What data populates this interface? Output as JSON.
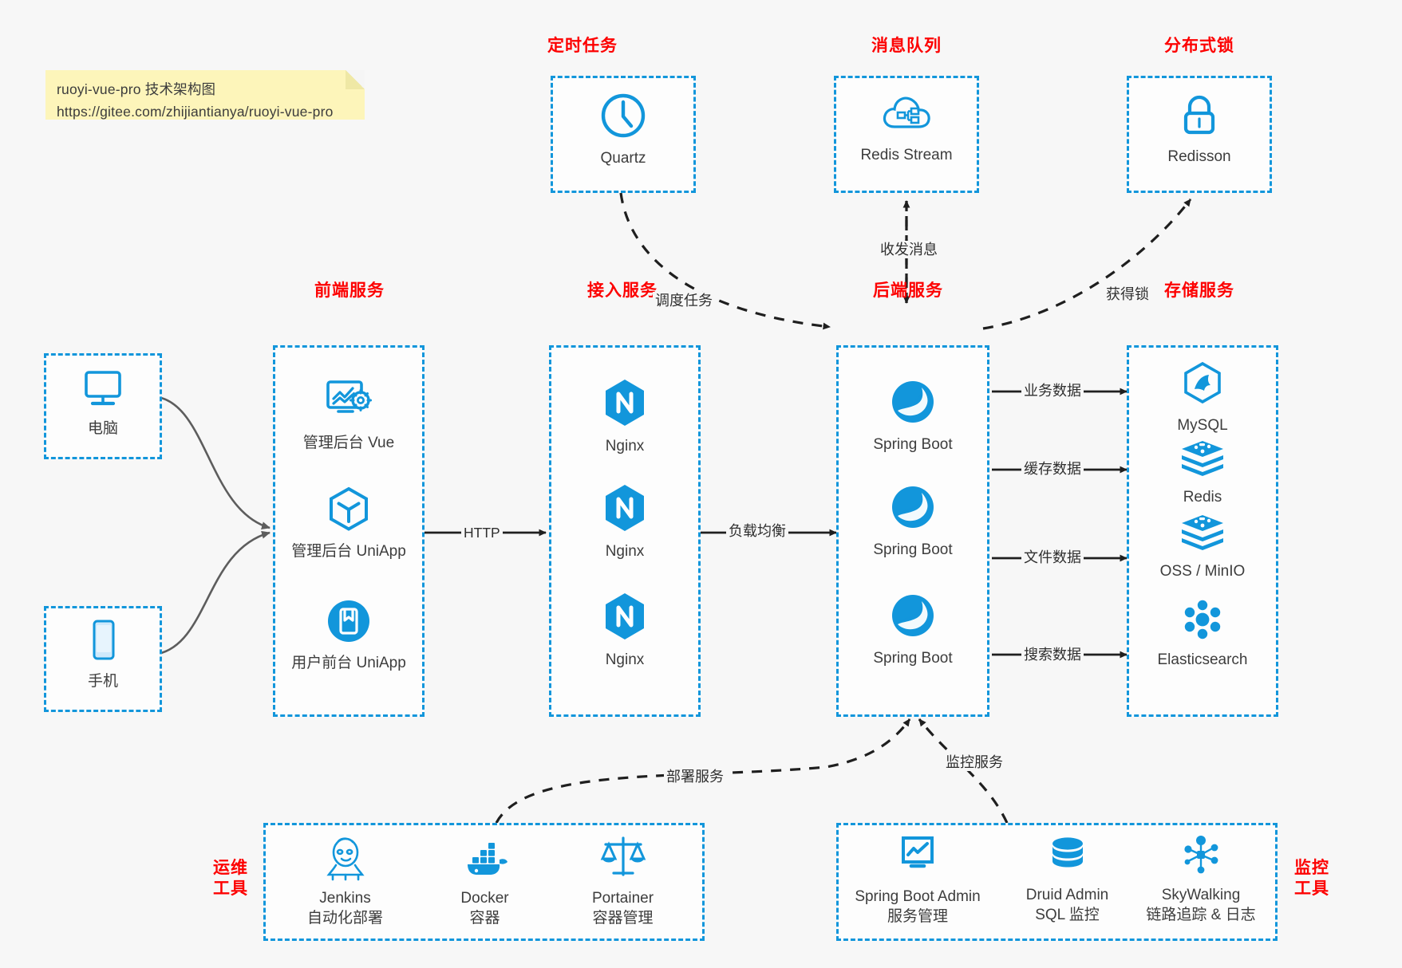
{
  "note": {
    "line1": "ruoyi-vue-pro 技术架构图",
    "line2": "https://gitee.com/zhijiantianya/ruoyi-vue-pro"
  },
  "colors": {
    "accent": "#1296db",
    "title": "#fd0000",
    "text": "#3d3d3d",
    "background": "#f7f7f7",
    "note_bg": "#fdf5ba",
    "arrow": "#1f1f1f",
    "client_arrow": "#595959"
  },
  "groups": {
    "scheduled_task": {
      "title": "定时任务",
      "nodes": [
        {
          "label": "Quartz",
          "icon": "clock-icon"
        }
      ]
    },
    "message_queue": {
      "title": "消息队列",
      "nodes": [
        {
          "label": "Redis Stream",
          "icon": "cloud-stream-icon"
        }
      ]
    },
    "distributed_lock": {
      "title": "分布式锁",
      "nodes": [
        {
          "label": "Redisson",
          "icon": "lock-icon"
        }
      ]
    },
    "clients": {
      "nodes": [
        {
          "label": "电脑",
          "icon": "desktop-icon"
        },
        {
          "label": "手机",
          "icon": "mobile-icon"
        }
      ]
    },
    "frontend": {
      "title": "前端服务",
      "nodes": [
        {
          "label": "管理后台 Vue",
          "icon": "dashboard-vue-icon"
        },
        {
          "label": "管理后台 UniApp",
          "icon": "uniapp-hex-icon"
        },
        {
          "label": "用户前台 UniApp",
          "icon": "uniapp-round-icon"
        }
      ]
    },
    "gateway": {
      "title": "接入服务",
      "nodes": [
        {
          "label": "Nginx",
          "icon": "nginx-icon"
        },
        {
          "label": "Nginx",
          "icon": "nginx-icon"
        },
        {
          "label": "Nginx",
          "icon": "nginx-icon"
        }
      ]
    },
    "backend": {
      "title": "后端服务",
      "nodes": [
        {
          "label": "Spring Boot",
          "icon": "spring-boot-icon"
        },
        {
          "label": "Spring Boot",
          "icon": "spring-boot-icon"
        },
        {
          "label": "Spring Boot",
          "icon": "spring-boot-icon"
        }
      ]
    },
    "storage": {
      "title": "存储服务",
      "nodes": [
        {
          "label": "MySQL",
          "icon": "mysql-icon"
        },
        {
          "label": "Redis",
          "icon": "redis-icon"
        },
        {
          "label": "OSS / MinIO",
          "icon": "oss-minio-icon"
        },
        {
          "label": "Elasticsearch",
          "icon": "elasticsearch-icon"
        }
      ]
    },
    "devops": {
      "title": "运维\n工具",
      "title_line1": "运维",
      "title_line2": "工具",
      "nodes": [
        {
          "label": "Jenkins",
          "sub": "自动化部署",
          "icon": "jenkins-icon"
        },
        {
          "label": "Docker",
          "sub": "容器",
          "icon": "docker-icon"
        },
        {
          "label": "Portainer",
          "sub": "容器管理",
          "icon": "portainer-icon"
        }
      ]
    },
    "monitor": {
      "title_line1": "监控",
      "title_line2": "工具",
      "nodes": [
        {
          "label": "Spring Boot Admin",
          "sub": "服务管理",
          "icon": "monitor-screen-icon"
        },
        {
          "label": "Druid Admin",
          "sub": "SQL 监控",
          "icon": "database-icon"
        },
        {
          "label": "SkyWalking",
          "sub": "链路追踪 & 日志",
          "icon": "skywalking-icon"
        }
      ]
    }
  },
  "edges": [
    {
      "id": "http",
      "label": "HTTP"
    },
    {
      "id": "load-balance",
      "label": "负载均衡"
    },
    {
      "id": "schedule-task",
      "label": "调度任务"
    },
    {
      "id": "send-receive-message",
      "label": "收发消息"
    },
    {
      "id": "acquire-lock",
      "label": "获得锁"
    },
    {
      "id": "business-data",
      "label": "业务数据"
    },
    {
      "id": "cache-data",
      "label": "缓存数据"
    },
    {
      "id": "file-data",
      "label": "文件数据"
    },
    {
      "id": "search-data",
      "label": "搜索数据"
    },
    {
      "id": "deploy-service",
      "label": "部署服务"
    },
    {
      "id": "monitor-service",
      "label": "监控服务"
    }
  ]
}
